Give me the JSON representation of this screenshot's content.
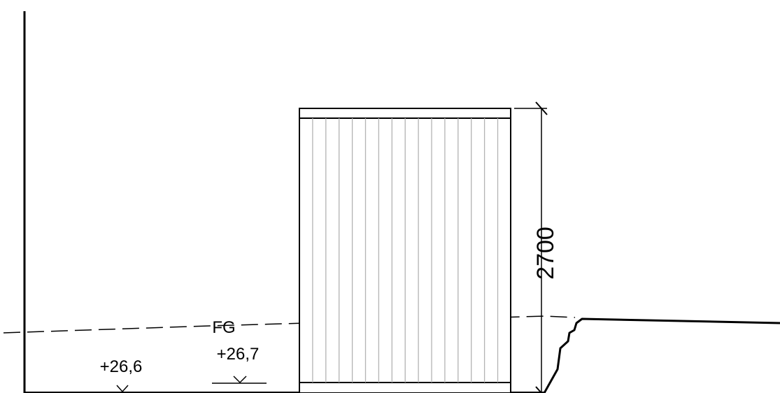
{
  "drawing": {
    "type": "architectural-elevation",
    "dimension": {
      "value_label": "2700"
    },
    "levels": {
      "level_left": "+26,6",
      "level_right": "+26,7",
      "finished_ground": "FG"
    },
    "colors": {
      "line": "#000000",
      "panel_slat": "#b3b3b3",
      "background": "#ffffff"
    }
  }
}
